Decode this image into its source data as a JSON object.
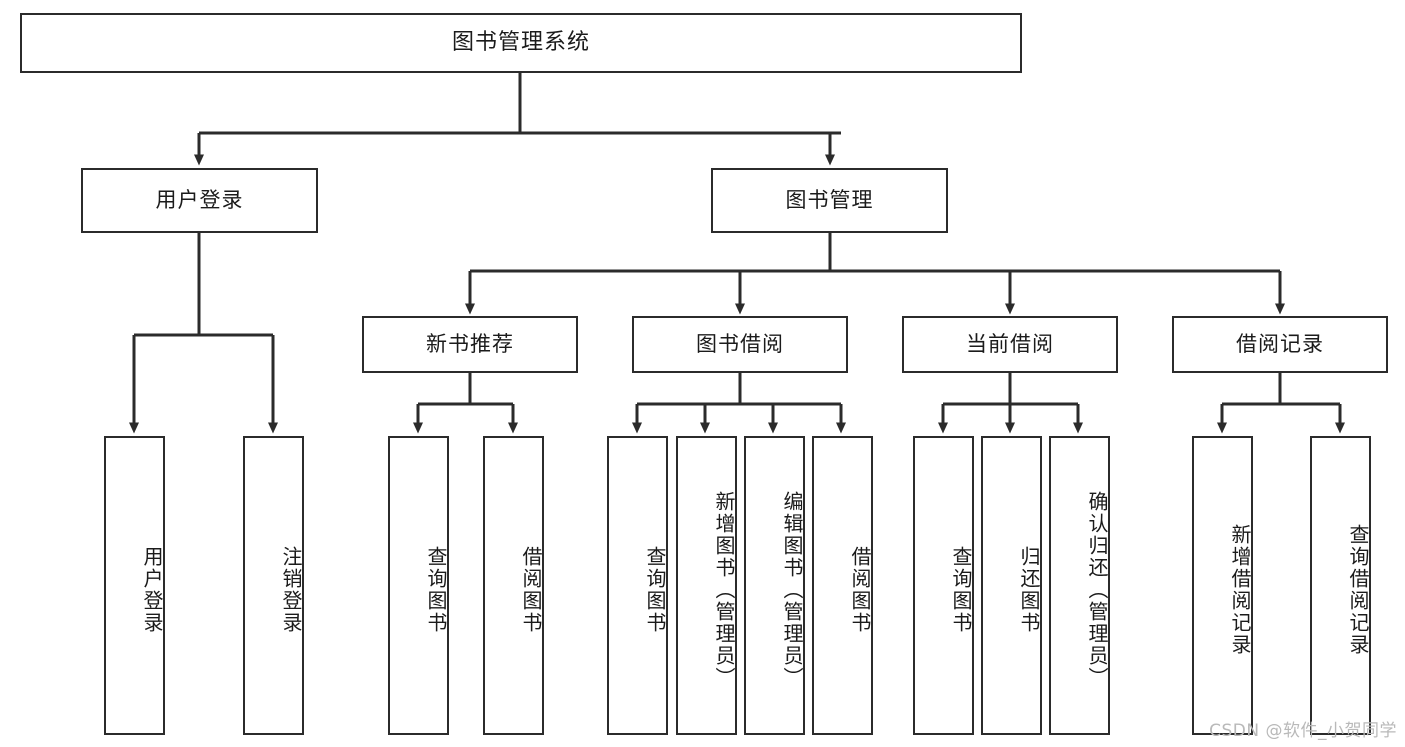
{
  "diagram": {
    "title": "图书管理系统",
    "type": "tree-hierarchy",
    "colors": {
      "stroke": "#2b2b2b",
      "fill": "#ffffff",
      "text": "#1b1b1b",
      "watermark": "#b9b9b9"
    },
    "levels": {
      "level1": [
        "图书管理系统"
      ],
      "level2": [
        "用户登录",
        "图书管理"
      ],
      "level3": [
        "新书推荐",
        "图书借阅",
        "当前借阅",
        "借阅记录"
      ],
      "level4": [
        "用户登录",
        "注销登录",
        "查询图书",
        "借阅图书",
        "查询图书",
        "新增图书（管理员）",
        "编辑图书（管理员）",
        "借阅图书",
        "查询图书",
        "归还图书",
        "确认归还（管理员）",
        "新增借阅记录",
        "查询借阅记录"
      ]
    },
    "nodes": {
      "root": {
        "label": "图书管理系统"
      },
      "user_login": {
        "label": "用户登录"
      },
      "book_manage": {
        "label": "图书管理"
      },
      "new_book_rec": {
        "label": "新书推荐"
      },
      "book_borrow": {
        "label": "图书借阅"
      },
      "current_borrow": {
        "label": "当前借阅"
      },
      "borrow_record": {
        "label": "借阅记录"
      },
      "leaf_user_login": {
        "label": "用户登录"
      },
      "leaf_logout": {
        "label": "注销登录"
      },
      "leaf_query_book_1": {
        "label": "查询图书"
      },
      "leaf_borrow_book_1": {
        "label": "借阅图书"
      },
      "leaf_query_book_2": {
        "label": "查询图书"
      },
      "leaf_add_book": {
        "label": "新增图书（管理员）"
      },
      "leaf_edit_book": {
        "label": "编辑图书（管理员）"
      },
      "leaf_borrow_book_2": {
        "label": "借阅图书"
      },
      "leaf_query_book_3": {
        "label": "查询图书"
      },
      "leaf_return_book": {
        "label": "归还图书"
      },
      "leaf_confirm_return": {
        "label": "确认归还（管理员）"
      },
      "leaf_add_record": {
        "label": "新增借阅记录"
      },
      "leaf_query_record": {
        "label": "查询借阅记录"
      }
    }
  },
  "watermark": {
    "text": "CSDN @软件_小贺同学"
  }
}
